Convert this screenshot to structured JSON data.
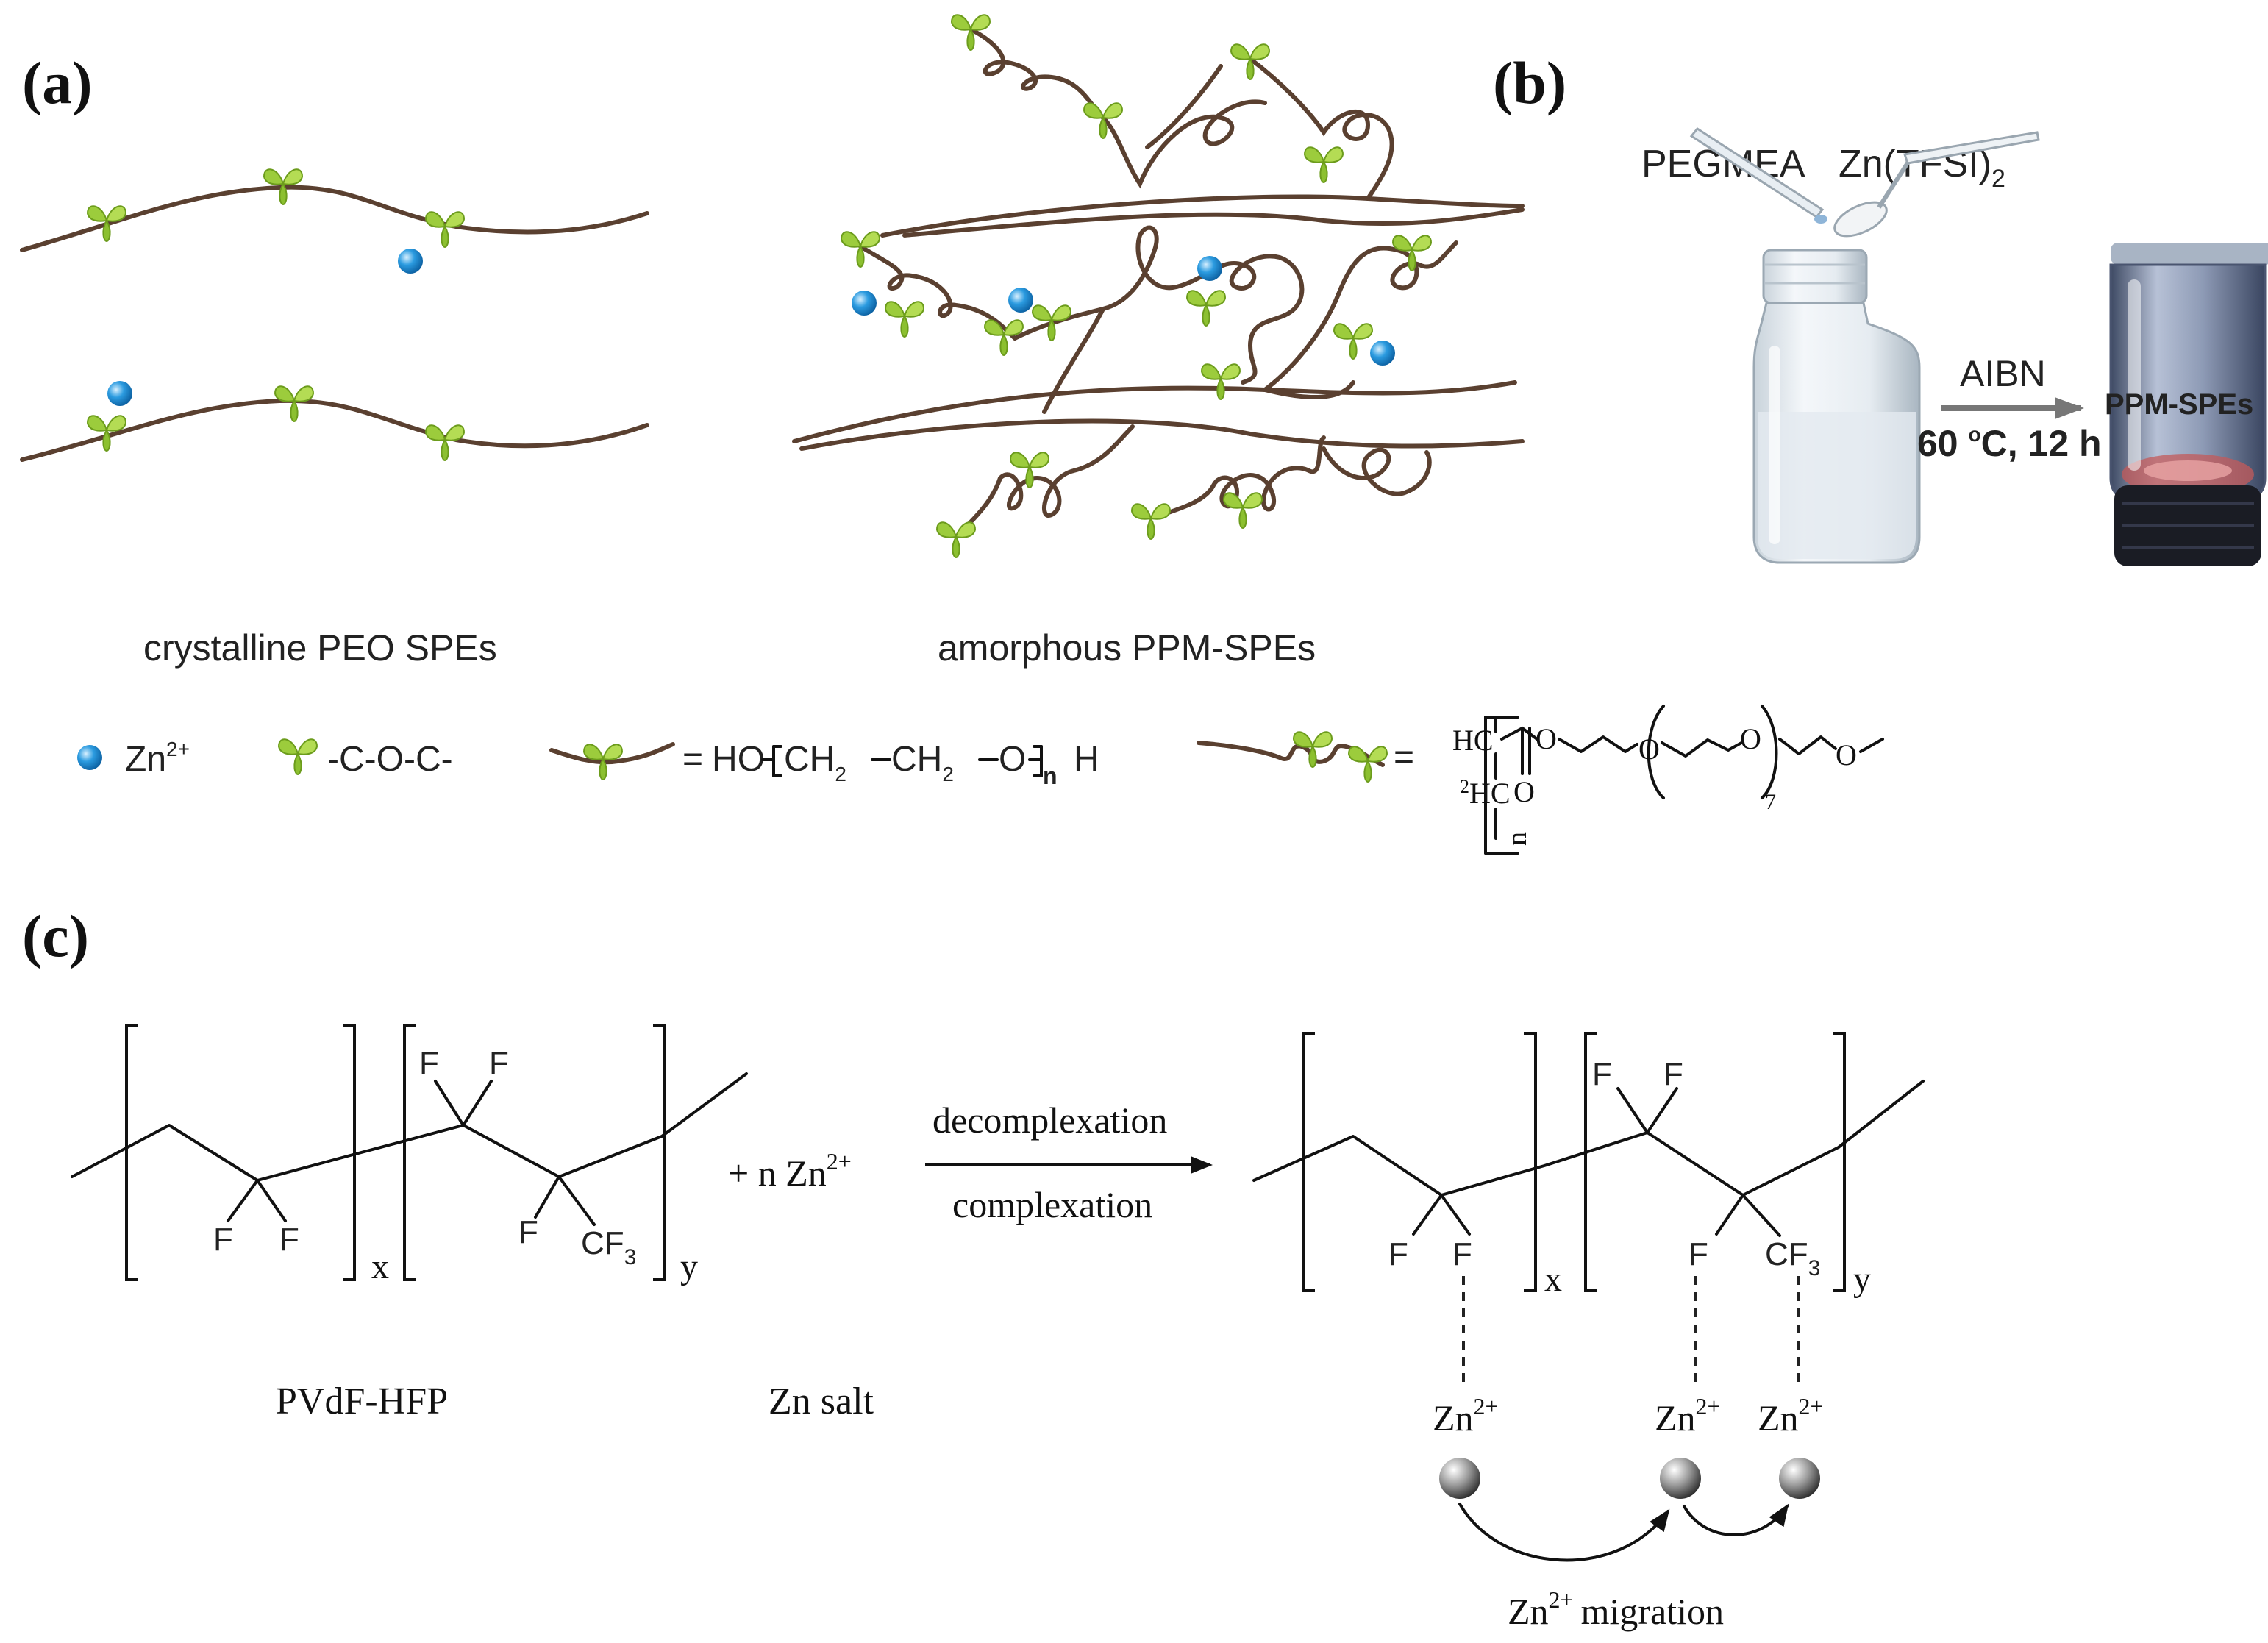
{
  "panels": {
    "a": {
      "label": "(a)",
      "caption_left": "crystalline PEO SPEs",
      "caption_right": "amorphous PPM-SPEs",
      "legend": {
        "ion_label": "Zn",
        "ion_charge": "2+",
        "ether_label": "-C-O-C-",
        "peo_formula": {
          "eq": "=",
          "left": "HO",
          "ch": "CH",
          "sub2": "2",
          "o": "O",
          "n": "n",
          "right": "H"
        },
        "ppm_formula": {
          "eq": "=",
          "hc": "HC",
          "h2c": "HC",
          "h2c_prefix": "2",
          "o": "O",
          "n": "n",
          "repeat": "7"
        }
      }
    },
    "b": {
      "label": "(b)",
      "monomer": "PEGMEA",
      "salt": "Zn(TFSI)",
      "salt_sub": "2",
      "initiator": "AIBN",
      "condition": "60 ",
      "condition_sup": "o",
      "condition_rest": "C, 12 h",
      "product": "PPM-SPEs"
    },
    "c": {
      "label": "(c)",
      "f": "F",
      "cf3": "CF",
      "cf3_sub": "3",
      "x": "x",
      "y": "y",
      "plus_n": "+  n Zn",
      "ion_charge": "2+",
      "forward": "decomplexation",
      "backward": "complexation",
      "polymer_name": "PVdF-HFP",
      "salt_name": "Zn salt",
      "zn": "Zn",
      "migration": "migration"
    }
  },
  "colors": {
    "chain": "#5a4030",
    "leaf": "#9ccc3c",
    "ion_blue": "#2b9be0",
    "sphere_gray": "#8a8a8a"
  },
  "icons": [
    "zn-ion-icon",
    "ether-leaf-icon",
    "peo-chain-icon",
    "ppm-chain-icon",
    "pipette-icon",
    "spatula-icon",
    "vial-icon",
    "gray-sphere-icon",
    "arrow-icon"
  ]
}
